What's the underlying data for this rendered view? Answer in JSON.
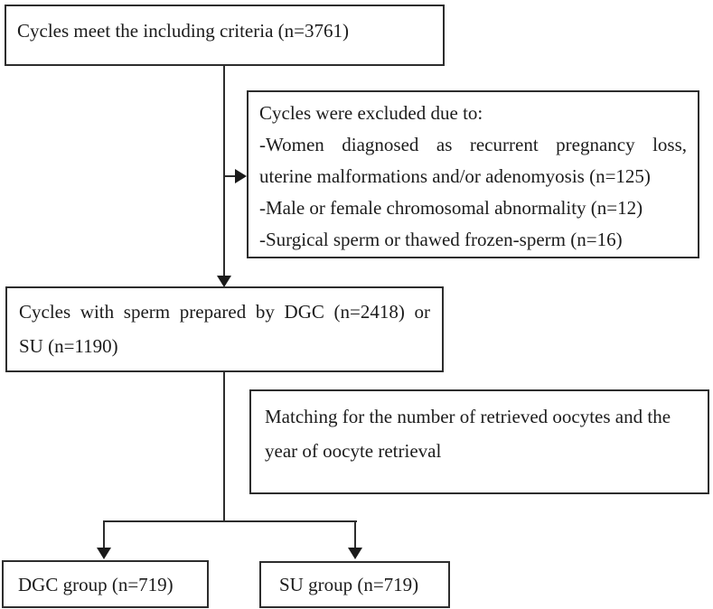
{
  "figure": {
    "type": "flowchart",
    "background_color": "#ffffff",
    "line_color": "#2d2d2d",
    "text_color": "#1c1c1c"
  },
  "boxes": {
    "include": {
      "text": "Cycles meet the including criteria (n=3761)"
    },
    "excluded": {
      "heading": "Cycles were excluded due to:",
      "reason1_line1": "-Women diagnosed as recurrent pregnancy loss,",
      "reason1_line2": "uterine malformations and/or adenomyosis (n=125)",
      "reason2": "-Male or female chromosomal abnormality (n=12)",
      "reason3": "-Surgical sperm or thawed frozen-sperm (n=16)"
    },
    "prepared": {
      "line1": "Cycles with sperm prepared by DGC (n=2418) or",
      "line2": "SU (n=1190)"
    },
    "matching": {
      "line1": "Matching for the number of retrieved oocytes and the",
      "line2": "year of oocyte retrieval"
    },
    "dgc_group": {
      "text": "DGC group (n=719)"
    },
    "su_group": {
      "text": "SU group (n=719)"
    }
  }
}
